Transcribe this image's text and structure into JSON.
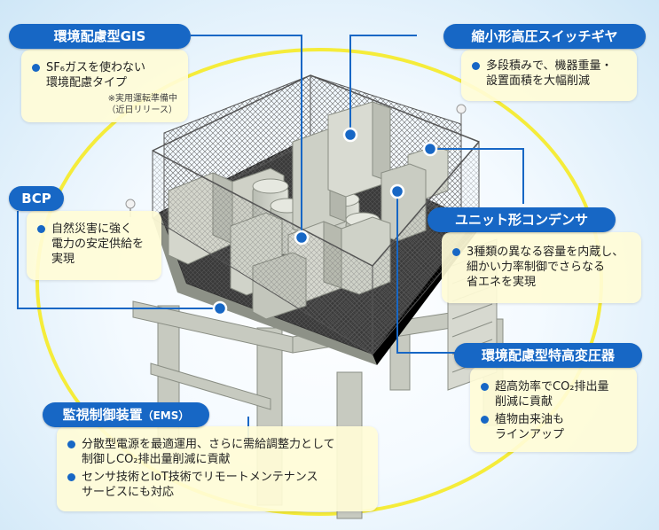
{
  "colors": {
    "accent": "#1767c5",
    "box_fill": "#fffcd7",
    "ellipse": "#f5ec3a"
  },
  "callouts": {
    "gis": {
      "title": "環境配慮型GIS",
      "bullets": [
        "SF₆ガスを使わない\n環境配慮タイプ"
      ],
      "note": "※実用運転準備中\n（近日リリース）"
    },
    "switchgear": {
      "title": "縮小形高圧スイッチギヤ",
      "bullets": [
        "多段積みで、機器重量・\n設置面積を大幅削減"
      ]
    },
    "bcp": {
      "title": "BCP",
      "bullets": [
        "自然災害に強く\n電力の安定供給を\n実現"
      ]
    },
    "condenser": {
      "title": "ユニット形コンデンサ",
      "bullets": [
        "3種類の異なる容量を内蔵し、\n細かい力率制御でさらなる\n省エネを実現"
      ]
    },
    "transformer": {
      "title": "環境配慮型特高変圧器",
      "bullets": [
        "超高効率でCO₂排出量\n削減に貢献",
        "植物由来油も\nラインアップ"
      ]
    },
    "ems": {
      "title_main": "監視制御装置",
      "title_sub": "（EMS）",
      "bullets": [
        "分散型電源を最適運用、さらに需給調整力として\n制御しCO₂排出量削減に貢献",
        "センサ技術とIoT技術でリモートメンテナンス\nサービスにも対応"
      ]
    }
  }
}
